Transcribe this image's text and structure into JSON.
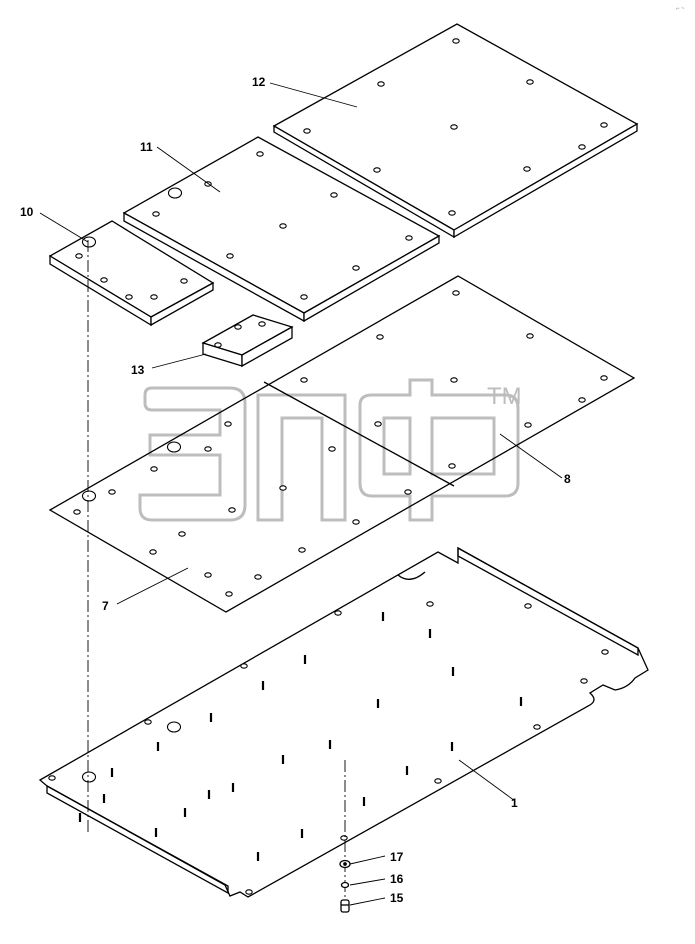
{
  "diagram": {
    "type": "exploded parts drawing",
    "stroke_color": "#000000",
    "watermark": {
      "kind": "logo",
      "text": "элф",
      "trademark": "TM",
      "color": "#bdbdbd"
    },
    "callouts": [
      {
        "id": "c1",
        "label": "1"
      },
      {
        "id": "c7",
        "label": "7"
      },
      {
        "id": "c8",
        "label": "8"
      },
      {
        "id": "c10",
        "label": "10"
      },
      {
        "id": "c11",
        "label": "11"
      },
      {
        "id": "c12",
        "label": "12"
      },
      {
        "id": "c13",
        "label": "13"
      },
      {
        "id": "c15",
        "label": "15"
      },
      {
        "id": "c16",
        "label": "16"
      },
      {
        "id": "c17",
        "label": "17"
      }
    ],
    "corner_mark": "⌐ ~"
  }
}
